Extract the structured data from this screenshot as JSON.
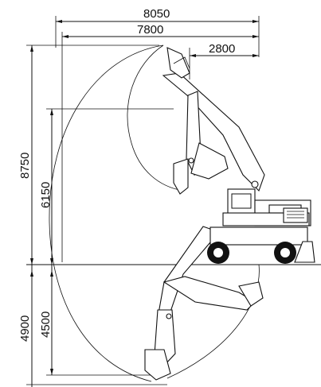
{
  "dimensions": {
    "max_reach": "8050",
    "max_reach_ground": "7800",
    "min_swing_radius": "2800",
    "max_cutting_height": "8750",
    "max_dumping_height": "6150",
    "max_digging_depth": "4900",
    "max_vertical_wall_depth": "4500"
  },
  "icons": {
    "machine": "wheeled-excavator-icon"
  }
}
